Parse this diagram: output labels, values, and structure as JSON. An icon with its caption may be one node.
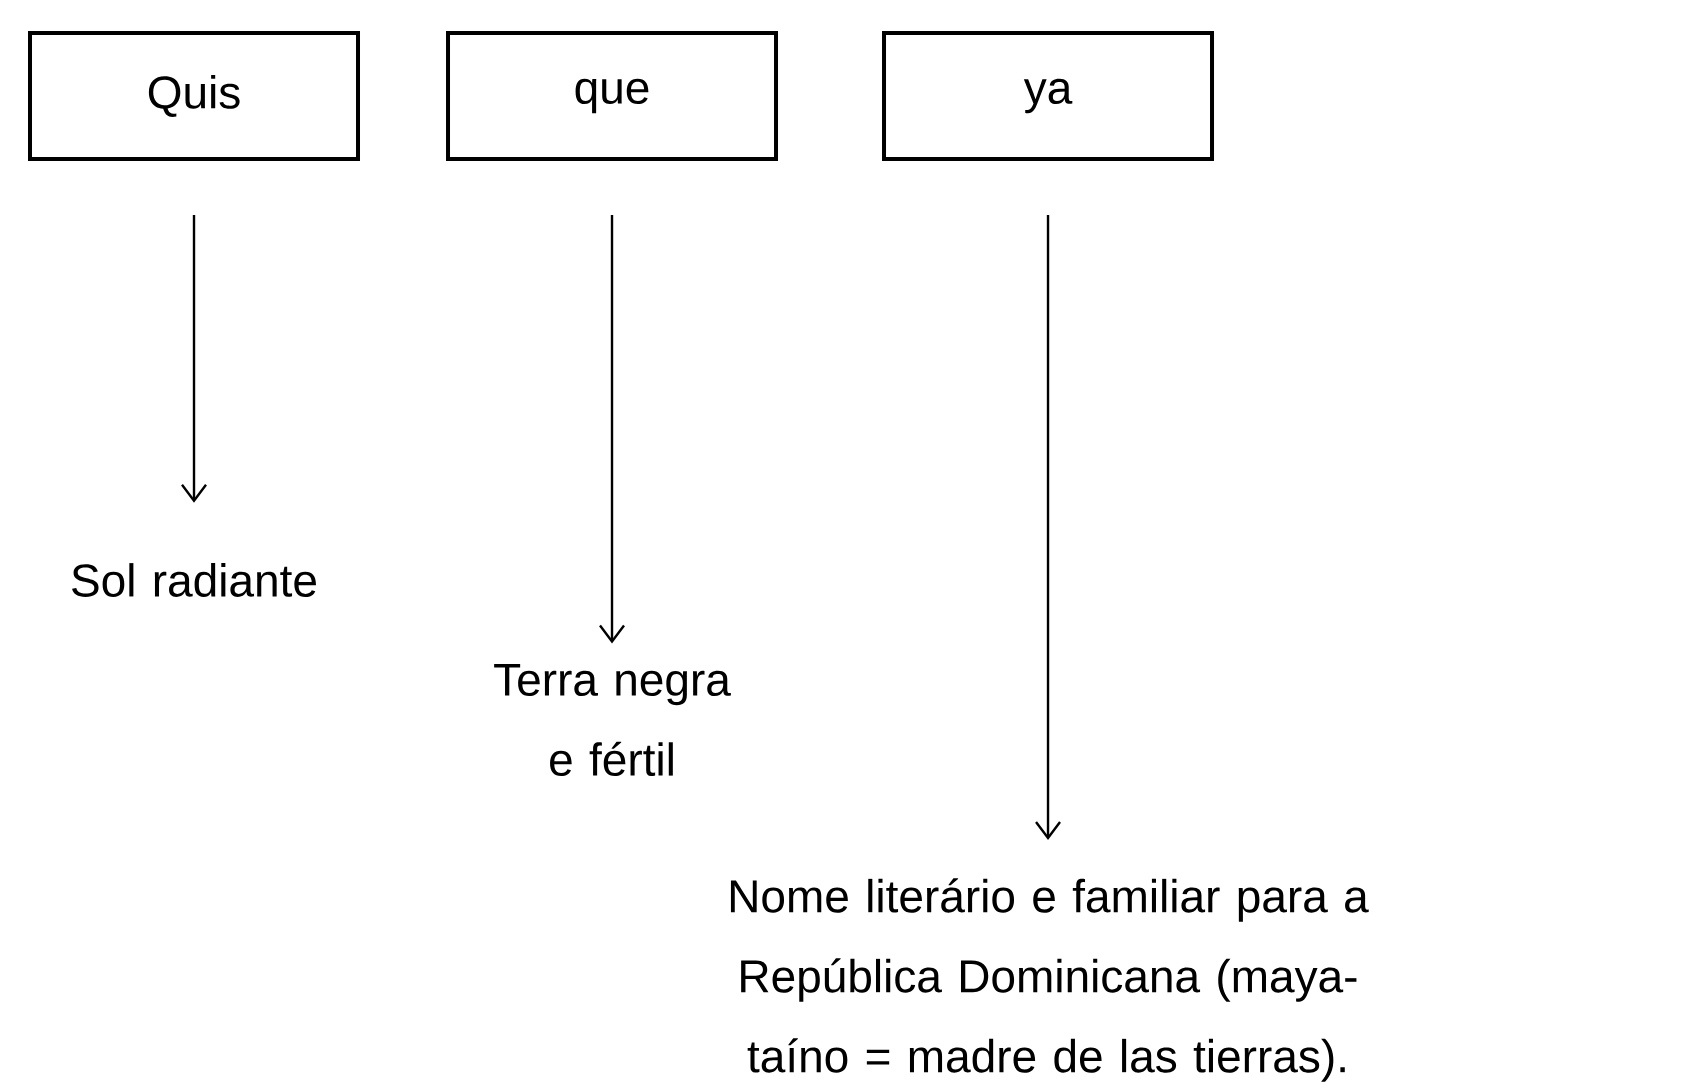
{
  "diagram": {
    "nodes": [
      {
        "text": [
          "Quis"
        ]
      },
      {
        "text": [
          "que"
        ]
      },
      {
        "text": [
          "ya"
        ]
      },
      {
        "text": [
          "Sol radiante"
        ]
      },
      {
        "text": [
          "Terra negra e fértil"
        ]
      },
      {
        "text": [
          "Nome literário e familiar para a República Dominicana (maya-taíno = madre de las tierras)."
        ]
      }
    ],
    "edges": [
      {
        "from": 0,
        "to": 3,
        "arrow": "to"
      },
      {
        "from": 1,
        "to": 4,
        "arrow": "to"
      },
      {
        "from": 2,
        "to": 5,
        "arrow": "to"
      }
    ]
  }
}
